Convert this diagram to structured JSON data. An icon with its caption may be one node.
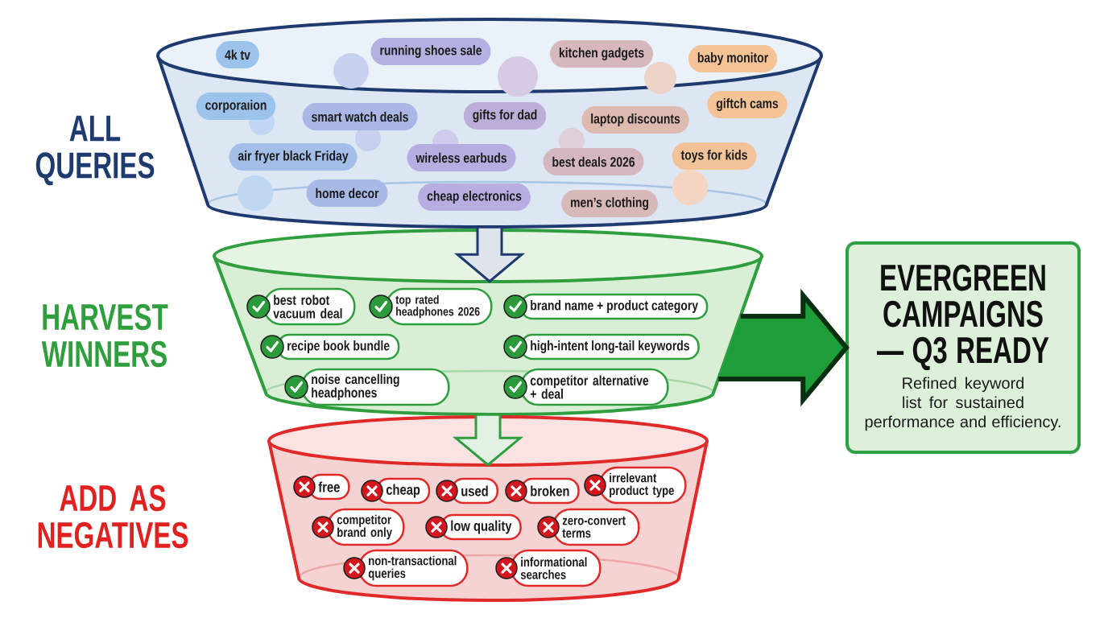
{
  "diagram": {
    "nodes": [
      {
        "text": [
          "ALL QUERIES"
        ]
      },
      {
        "text": [
          "4k tv"
        ],
        "in": 0
      },
      {
        "text": [
          "running shoes sale"
        ],
        "in": 0
      },
      {
        "text": [
          "kitchen gadgets"
        ],
        "in": 0
      },
      {
        "text": [
          "baby monitor"
        ],
        "in": 0
      },
      {
        "text": [
          "corporaıion"
        ],
        "in": 0
      },
      {
        "text": [
          "smart watch deals"
        ],
        "in": 0
      },
      {
        "text": [
          "gifts for dad"
        ],
        "in": 0
      },
      {
        "text": [
          "laptop discounts"
        ],
        "in": 0
      },
      {
        "text": [
          "giftch cams"
        ],
        "in": 0
      },
      {
        "text": [
          "air fryer black Friday"
        ],
        "in": 0
      },
      {
        "text": [
          "wireless earbuds"
        ],
        "in": 0
      },
      {
        "text": [
          "best deals 2026"
        ],
        "in": 0
      },
      {
        "text": [
          "toys for kids"
        ],
        "in": 0
      },
      {
        "text": [
          "home decor"
        ],
        "in": 0
      },
      {
        "text": [
          "cheap electronics"
        ],
        "in": 0
      },
      {
        "text": [
          "men’s clothing"
        ],
        "in": 0
      },
      {
        "text": [
          "HARVEST WINNERS"
        ]
      },
      {
        "text": [
          "best robot vacuum deal"
        ],
        "in": 17
      },
      {
        "text": [
          "top rated headphones 2026"
        ],
        "in": 17
      },
      {
        "text": [
          "brand name + product category"
        ],
        "in": 17
      },
      {
        "text": [
          "recipe book bundle"
        ],
        "in": 17
      },
      {
        "text": [
          "high-intent long-tail keywords"
        ],
        "in": 17
      },
      {
        "text": [
          "noise cancelling headphones"
        ],
        "in": 17
      },
      {
        "text": [
          "competitor alternative + deal"
        ],
        "in": 17
      },
      {
        "text": [
          "ADD AS NEGATIVES"
        ]
      },
      {
        "text": [
          "free"
        ],
        "in": 25
      },
      {
        "text": [
          "cheap"
        ],
        "in": 25
      },
      {
        "text": [
          "used"
        ],
        "in": 25
      },
      {
        "text": [
          "broken"
        ],
        "in": 25
      },
      {
        "text": [
          "irrelevant product type"
        ],
        "in": 25
      },
      {
        "text": [
          "competitor brand only"
        ],
        "in": 25
      },
      {
        "text": [
          "low quality"
        ],
        "in": 25
      },
      {
        "text": [
          "zero-convert terms"
        ],
        "in": 25
      },
      {
        "text": [
          "non-transactional queries"
        ],
        "in": 25
      },
      {
        "text": [
          "informational searches"
        ],
        "in": 25
      },
      {
        "text": [
          "EVERGREEN CAMPAIGNS — Q3 READY",
          "Refined keyword list for sustained performance and efficiency."
        ]
      }
    ],
    "edges": [
      {
        "from": 0,
        "to": 17,
        "arrow": "to",
        "color": "#1e3a6e"
      },
      {
        "from": 17,
        "to": 25,
        "arrow": "to",
        "color": "#2e9e3e"
      },
      {
        "from": 17,
        "to": 36,
        "arrow": "to",
        "style": "thick",
        "color": "#1e9e38"
      }
    ]
  }
}
